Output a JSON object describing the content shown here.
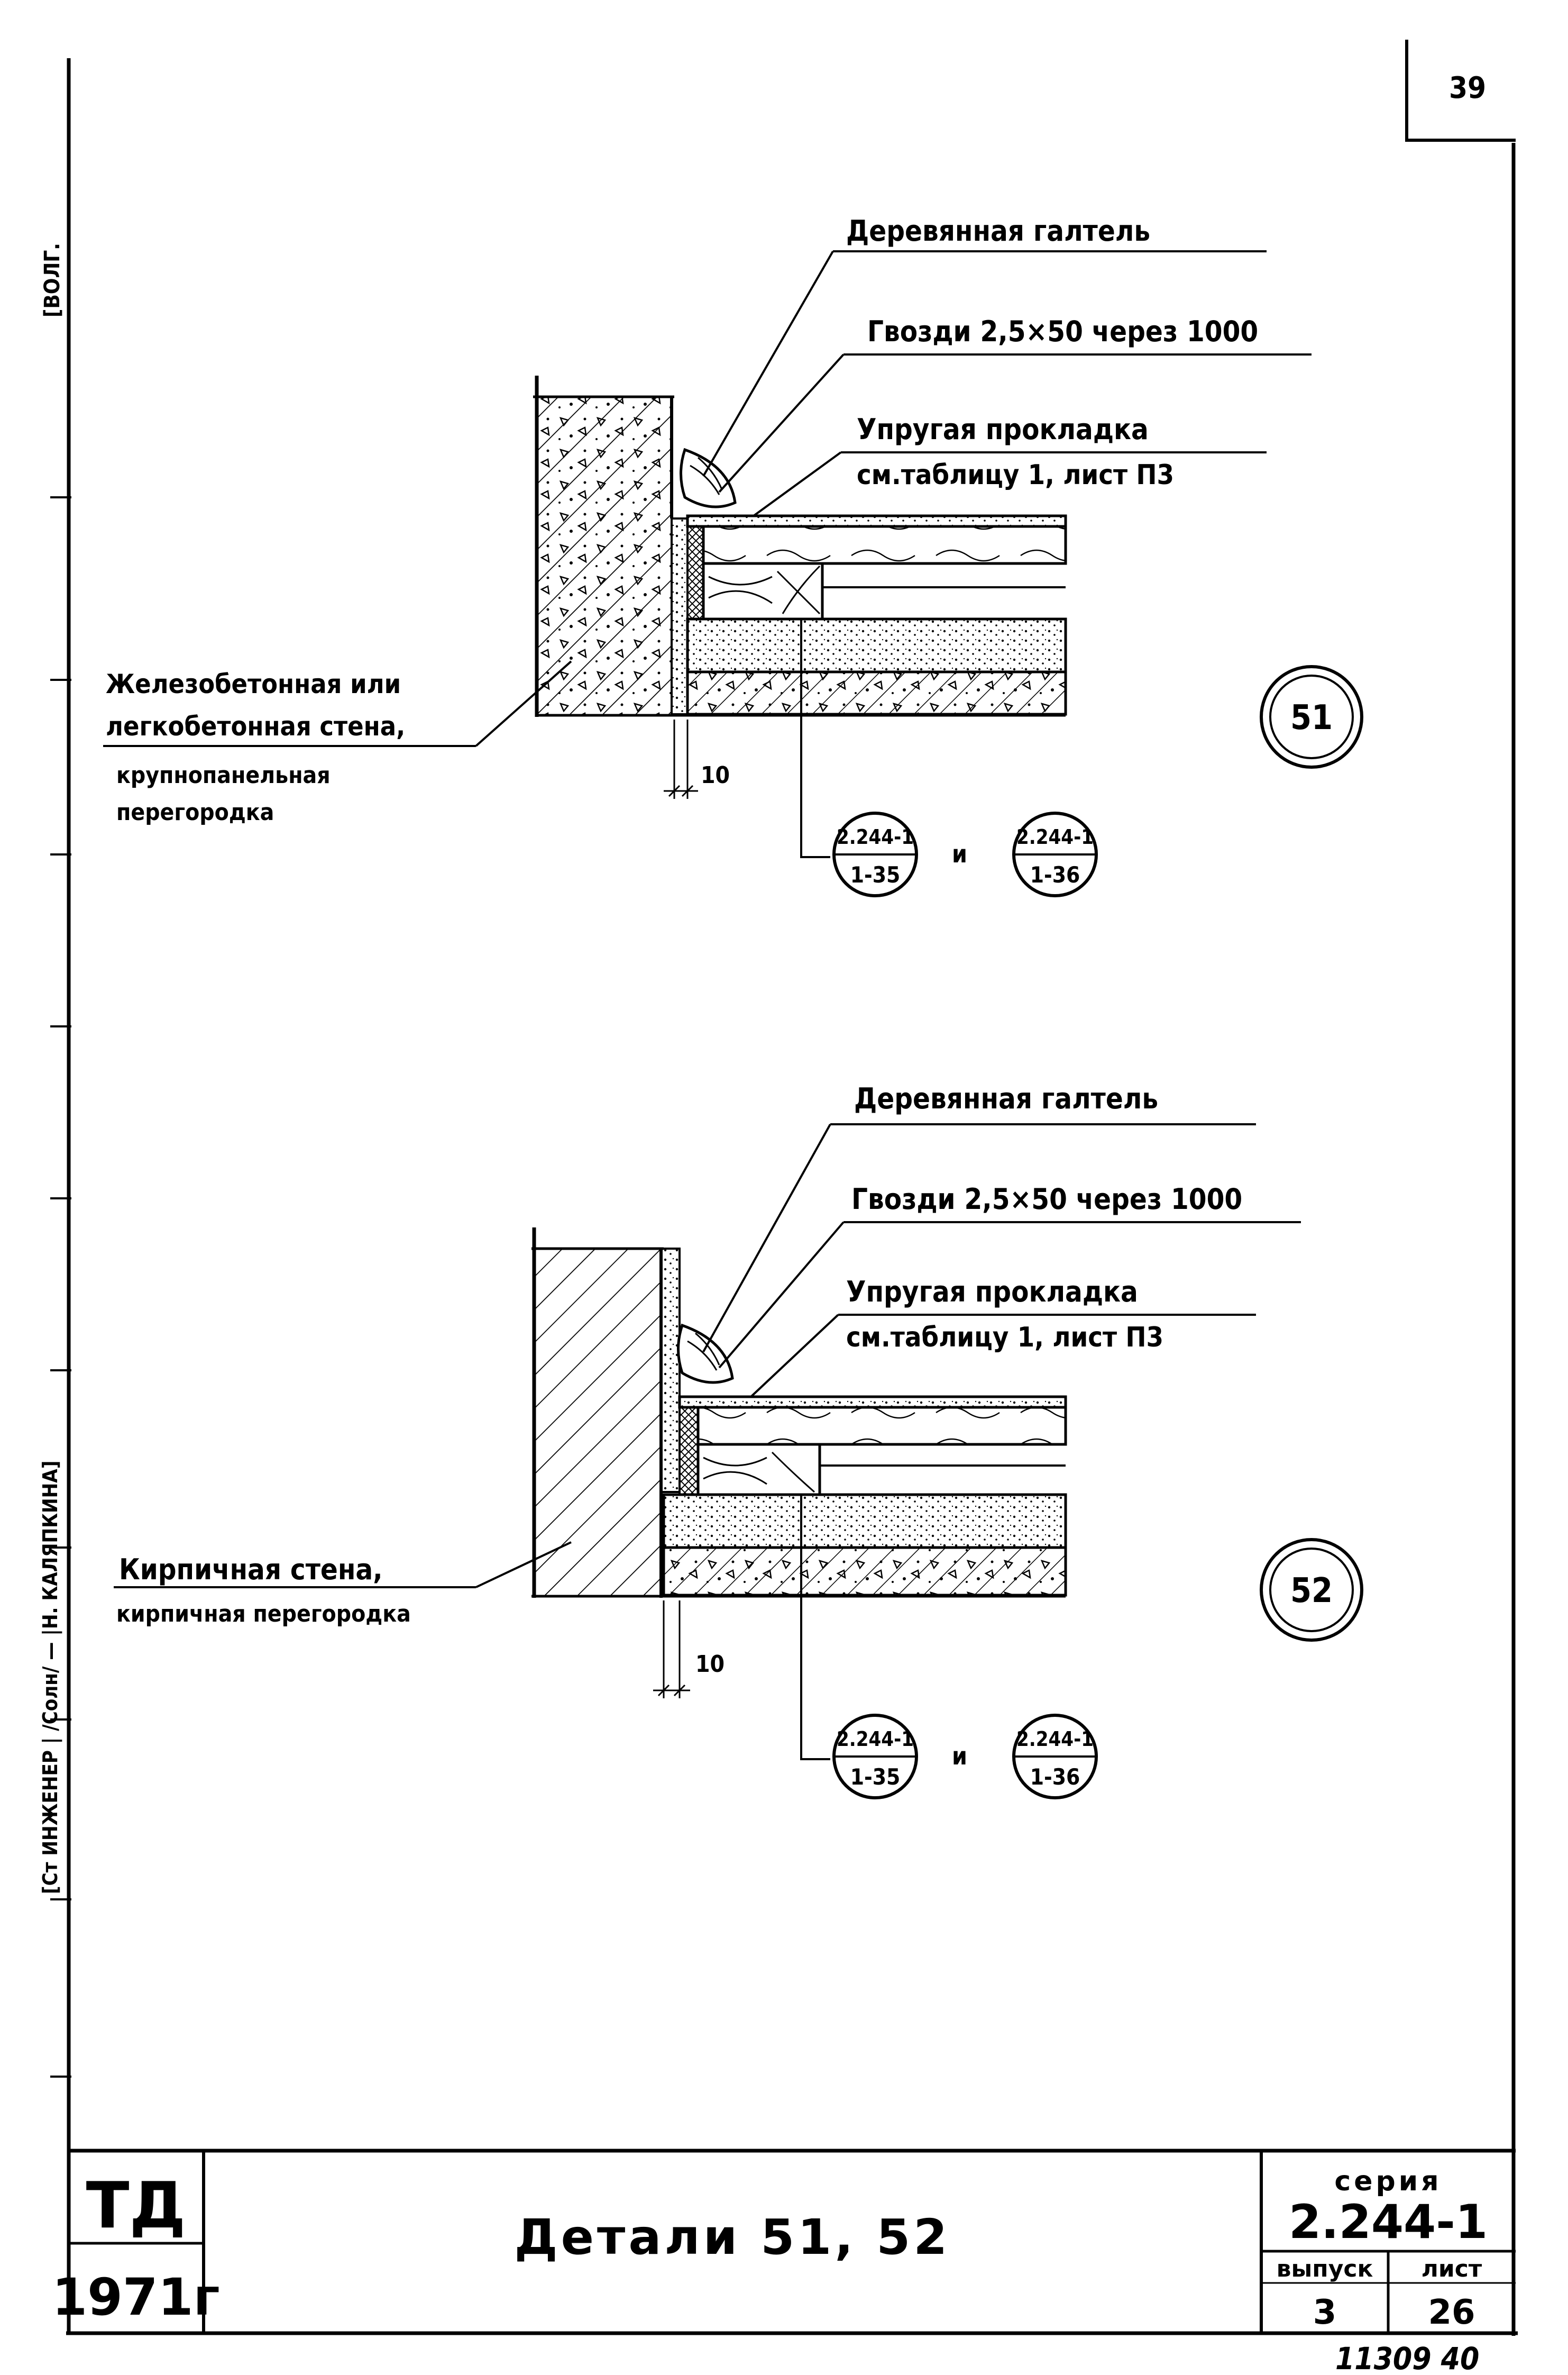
{
  "sheet_number": "39",
  "side_stamp": "[Ст ИНЖЕНЕР | /Солн/ — |Н. КАЛЯПКИНА]",
  "top_stamp_fragment": "[ВОЛГ.",
  "detail51": {
    "label_gallet": "Деревянная галтель",
    "label_nails": "Гвозди 2,5×50 через 1000",
    "label_gasket_1": "Упругая прокладка",
    "label_gasket_2": "см.таблицу 1, лист П3",
    "label_wall_1": "Железобетонная или",
    "label_wall_2": "легкобетонная стена,",
    "label_wall_3": "крупнопанельная",
    "label_wall_4": "перегородка",
    "dim": "10",
    "ref1_top": "2.244-1",
    "ref1_bot": "1-35",
    "ref_and": "и",
    "ref2_top": "2.244-1",
    "ref2_bot": "1-36",
    "badge": "51"
  },
  "detail52": {
    "label_gallet": "Деревянная галтель",
    "label_nails": "Гвозди 2,5×50 через 1000",
    "label_gasket_1": "Упругая прокладка",
    "label_gasket_2": "см.таблицу 1, лист П3",
    "label_wall_1": "Кирпичная стена,",
    "label_wall_2": "кирпичная перегородка",
    "dim": "10",
    "ref1_top": "2.244-1",
    "ref1_bot": "1-35",
    "ref_and": "и",
    "ref2_top": "2.244-1",
    "ref2_bot": "1-36",
    "badge": "52"
  },
  "title_block": {
    "org": "ТД",
    "year": "1971г",
    "title": "Детали 51, 52",
    "series_label": "серия",
    "series": "2.244-1",
    "issue_label": "выпуск",
    "issue": "3",
    "sheet_label": "лист",
    "sheet": "26"
  },
  "footer_note": "11309 40"
}
